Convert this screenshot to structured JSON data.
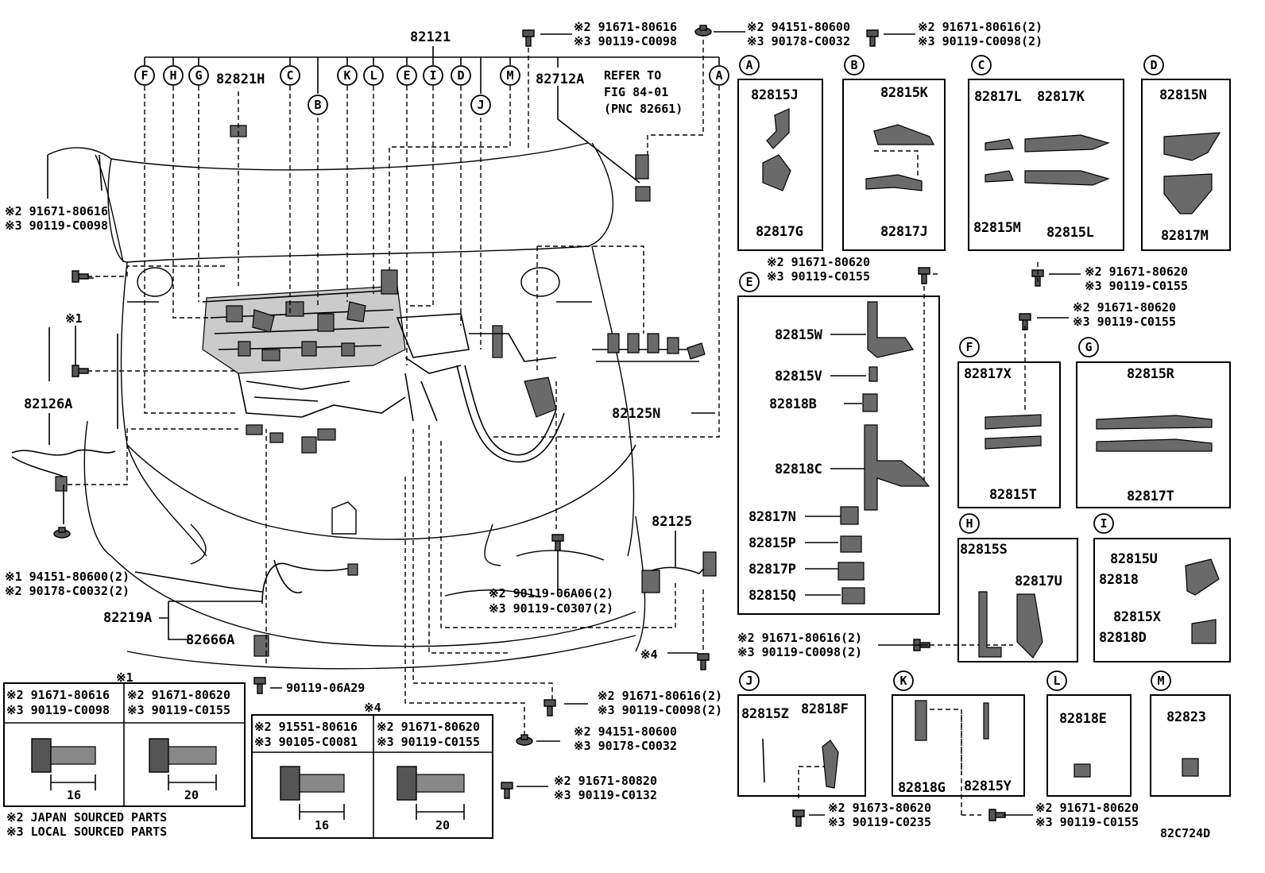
{
  "drawing_id": "82C724D",
  "main": {
    "p82121": "82121",
    "p82821H": "82821H",
    "p82712A": "82712A",
    "refer": [
      "REFER TO",
      "FIG 84-01",
      "(PNC 82661)"
    ],
    "p82126A": "82126A",
    "p82125N": "82125N",
    "p82125": "82125",
    "p82219A": "82219A",
    "p82666A": "82666A",
    "p90119_06A29": "90119-06A29",
    "note1": "※1",
    "note4_mark": "※4"
  },
  "bolt_labels": {
    "top_mid": [
      "※2 91671-80616",
      "※3 90119-C0098"
    ],
    "top_right1": [
      "※2 94151-80600",
      "※3 90178-C0032"
    ],
    "top_right2": [
      "※2 91671-80616(2)",
      "※3 90119-C0098(2)"
    ],
    "left_upper": [
      "※2 91671-80616",
      "※3 90119-C0098"
    ],
    "left_lower": [
      "※1 94151-80600(2)",
      "※2 90178-C0032(2)"
    ],
    "center_06A06": [
      "※2 90119-06A06(2)",
      "※3 90119-C0307(2)"
    ],
    "bottom1": [
      "※2 91671-80616(2)",
      "※3 90119-C0098(2)"
    ],
    "bottom2": [
      "※2 94151-80600",
      "※3 90178-C0032"
    ],
    "bottom3": [
      "※2 91671-80820",
      "※3 90119-C0132"
    ],
    "box_e_top": [
      "※2 91671-80620",
      "※3 90119-C0155"
    ],
    "box_c_below": [
      "※2 91671-80620",
      "※3 90119-C0155"
    ],
    "box_f_top": [
      "※2 91671-80620",
      "※3 90119-C0155"
    ],
    "box_h_left": [
      "※2 91671-80616(2)",
      "※3 90119-C0098(2)"
    ],
    "box_j_below": [
      "※2 91673-80620",
      "※3 90119-C0235"
    ],
    "box_k_below": [
      "※2 91671-80620",
      "※3 90119-C0155"
    ]
  },
  "callouts": [
    "F",
    "H",
    "G",
    "C",
    "B",
    "K",
    "L",
    "E",
    "I",
    "D",
    "J",
    "M",
    "A"
  ],
  "boxes": {
    "A": {
      "letter": "A",
      "parts": [
        "82815J",
        "82817G"
      ]
    },
    "B": {
      "letter": "B",
      "parts": [
        "82815K",
        "82817J"
      ]
    },
    "C": {
      "letter": "C",
      "parts": [
        "82817L",
        "82817K",
        "82815M",
        "82815L"
      ]
    },
    "D": {
      "letter": "D",
      "parts": [
        "82815N",
        "82817M"
      ]
    },
    "E": {
      "letter": "E",
      "parts": [
        "82815W",
        "82815V",
        "82818B",
        "82818C",
        "82817N",
        "82815P",
        "82817P",
        "82815Q"
      ]
    },
    "F": {
      "letter": "F",
      "parts": [
        "82817X",
        "82815T"
      ]
    },
    "G": {
      "letter": "G",
      "parts": [
        "82815R",
        "82817T"
      ]
    },
    "H": {
      "letter": "H",
      "parts": [
        "82815S",
        "82817U"
      ]
    },
    "I": {
      "letter": "I",
      "parts": [
        "82815U",
        "82818",
        "82815X",
        "82818D"
      ]
    },
    "J": {
      "letter": "J",
      "parts": [
        "82815Z",
        "82818F"
      ]
    },
    "K": {
      "letter": "K",
      "parts": [
        "82818G",
        "82815Y"
      ]
    },
    "L": {
      "letter": "L",
      "parts": [
        "82818E"
      ]
    },
    "M": {
      "letter": "M",
      "parts": [
        "82823"
      ]
    }
  },
  "table1": {
    "mark": "※1",
    "col1": [
      "※2 91671-80616",
      "※3 90119-C0098"
    ],
    "col2": [
      "※2 91671-80620",
      "※3 90119-C0155"
    ],
    "len1": "16",
    "len2": "20"
  },
  "table4": {
    "mark": "※4",
    "col1": [
      "※2 91551-80616",
      "※3 90105-C0081"
    ],
    "col2": [
      "※2 91671-80620",
      "※3 90119-C0155"
    ],
    "len1": "16",
    "len2": "20"
  },
  "notes": [
    "※2 JAPAN SOURCED PARTS",
    "※3 LOCAL SOURCED PARTS"
  ]
}
